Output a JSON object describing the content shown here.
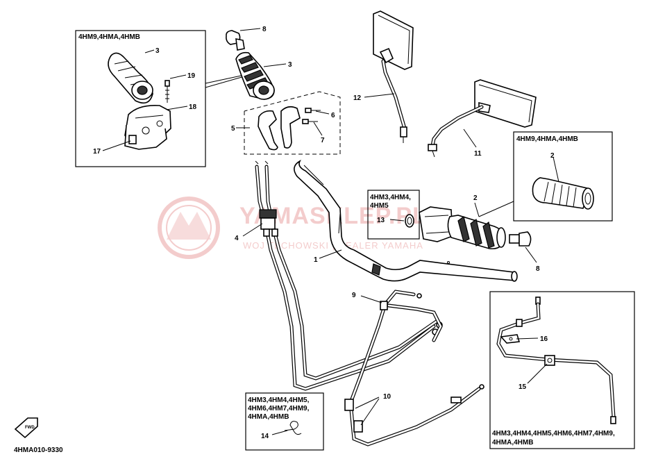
{
  "watermark": {
    "brand": "YAMASKLEP.PL",
    "tagline": "WOJ TECHOWSKI | DEALER YAMAHA"
  },
  "footer_code": "4HMA010-9330",
  "front_indicator": "FWD",
  "callouts": {
    "c1": "1",
    "c2a": "2",
    "c2b": "2",
    "c3a": "3",
    "c3b": "3",
    "c4": "4",
    "c5": "5",
    "c6": "6",
    "c7": "7",
    "c8a": "8",
    "c8b": "8",
    "c9": "9",
    "c10": "10",
    "c11": "11",
    "c12": "12",
    "c13": "13",
    "c14": "14",
    "c15": "15",
    "c16": "16",
    "c17": "17",
    "c18": "18",
    "c19": "19"
  },
  "boxes": {
    "top_left": {
      "label": "4HM9,4HMA,4HMB"
    },
    "right_grip": {
      "label": "4HM9,4HMA,4HMB"
    },
    "middle": {
      "lines": [
        "4HM3,4HM4,",
        "4HM5"
      ]
    },
    "bottom_mid": {
      "lines": [
        "4HM3,4HM4,4HM5,",
        "4HM6,4HM7,4HM9,",
        "4HMA,4HMB"
      ]
    },
    "bottom_right": {
      "lines": [
        "4HM3,4HM4,4HM5,4HM6,4HM7,4HM9,",
        "4HMA,4HMB"
      ]
    }
  }
}
